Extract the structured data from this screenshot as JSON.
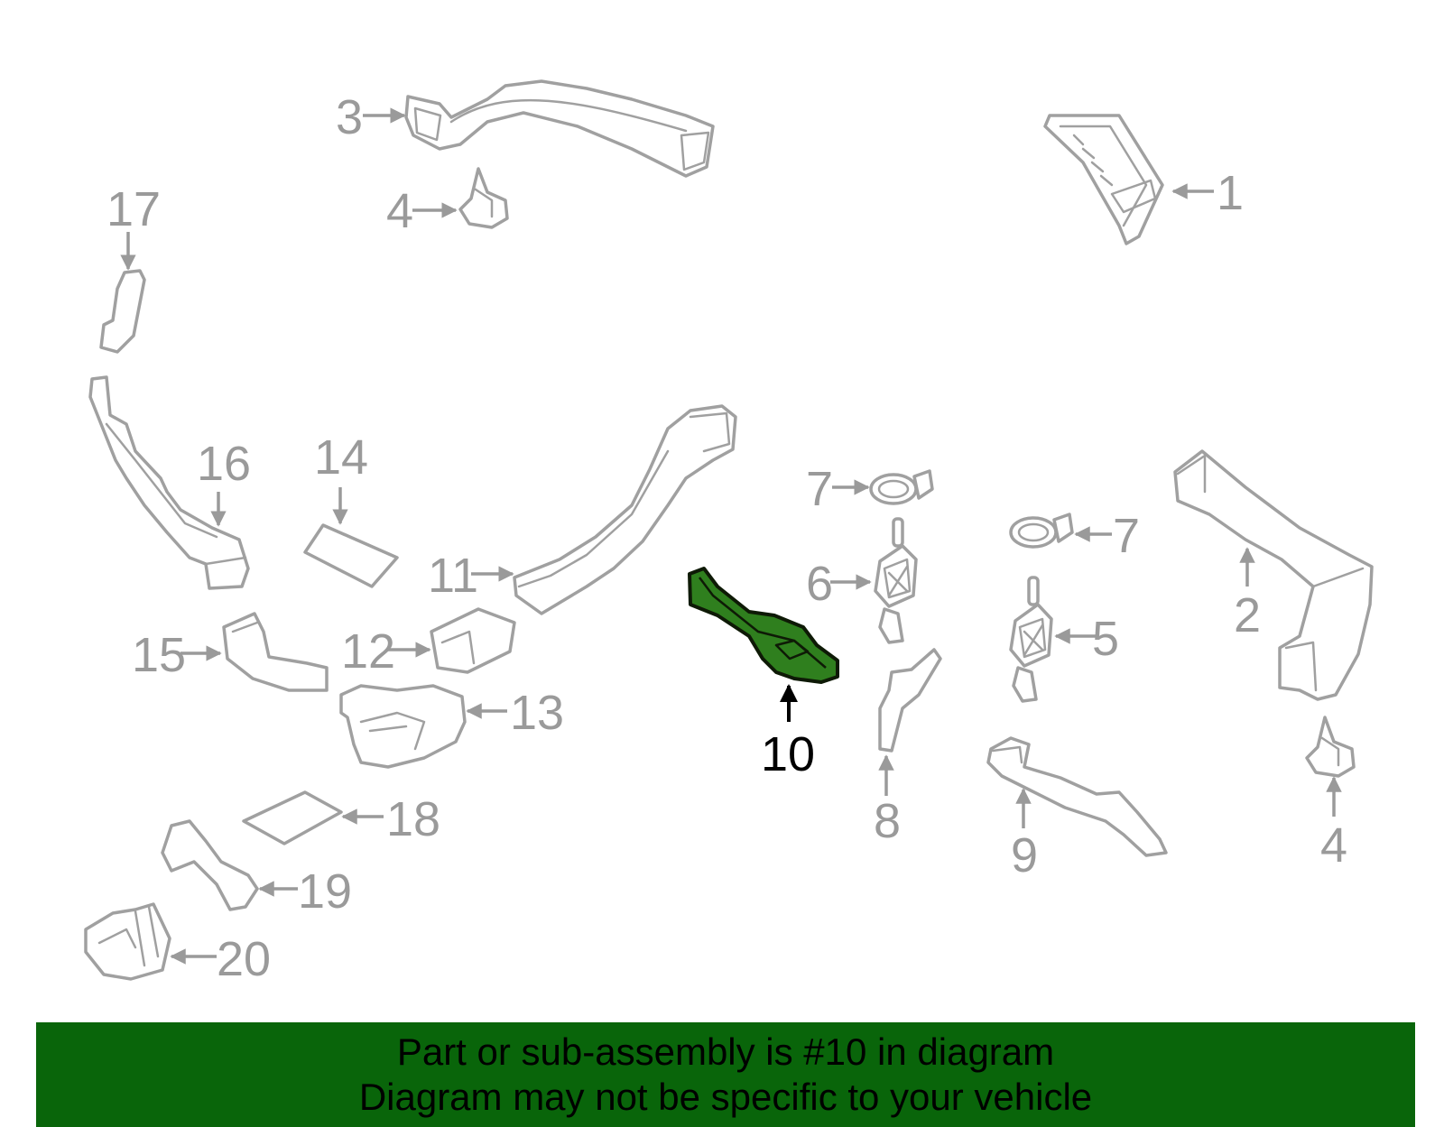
{
  "diagram": {
    "highlight_color": "#2f7f1e",
    "part_stroke_color": "#a0a0a0",
    "callouts": {
      "c1": "1",
      "c2": "2",
      "c3": "3",
      "c4a": "4",
      "c4b": "4",
      "c5": "5",
      "c6": "6",
      "c7a": "7",
      "c7b": "7",
      "c8": "8",
      "c9": "9",
      "c10": "10",
      "c11": "11",
      "c12": "12",
      "c13": "13",
      "c14": "14",
      "c15": "15",
      "c16": "16",
      "c17": "17",
      "c18": "18",
      "c19": "19",
      "c20": "20"
    }
  },
  "banner": {
    "background_color": "#09650a",
    "line1": "Part or sub-assembly is #10 in diagram",
    "line2": "Diagram may not be specific to your vehicle"
  }
}
